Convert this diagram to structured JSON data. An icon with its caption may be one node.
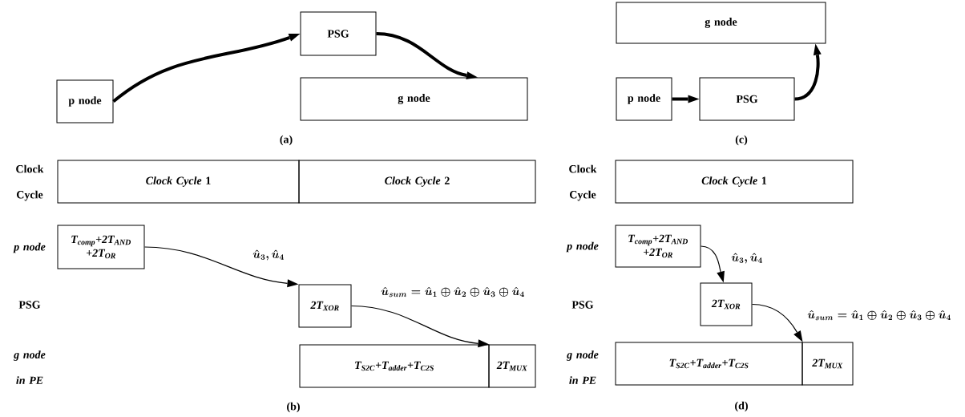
{
  "diagram": {
    "nodes": [
      {
        "text": [
          "p node"
        ]
      },
      {
        "text": [
          "PSG"
        ]
      },
      {
        "text": [
          "g node"
        ]
      },
      {
        "text": [
          "g node"
        ]
      },
      {
        "text": [
          "p node"
        ]
      },
      {
        "text": [
          "PSG"
        ]
      },
      {
        "text": [
          "*Clock Cycle* 1"
        ]
      },
      {
        "text": [
          "*Clock Cycle* 2"
        ]
      },
      {
        "text": [
          "T$_{comp}$+2T$_{AND}$ +2T$_{OR}$"
        ]
      },
      {
        "text": [
          "2T$_{XOR}$"
        ]
      },
      {
        "text": [
          "T$_{S2C}$+T$_{adder}$+T$_{C2S}$"
        ]
      },
      {
        "text": [
          "2T$_{MUX}$"
        ]
      },
      {
        "text": [
          "*Clock Cycle* 1"
        ]
      },
      {
        "text": [
          "T$_{comp}$+2T$_{AND}$ +2T$_{OR}$"
        ]
      },
      {
        "text": [
          "2T$_{XOR}$"
        ]
      },
      {
        "text": [
          "T$_{S2C}$+T$_{adder}$+T$_{C2S}$"
        ]
      },
      {
        "text": [
          "2T$_{MUX}$"
        ]
      }
    ],
    "edges": [
      {
        "from": 0,
        "to": 1,
        "arrow": "to",
        "style": "thick"
      },
      {
        "from": 1,
        "to": 2,
        "arrow": "to",
        "style": "thick"
      },
      {
        "from": 4,
        "to": 5,
        "arrow": "to",
        "style": "thick"
      },
      {
        "from": 5,
        "to": 3,
        "arrow": "to",
        "style": "thick"
      },
      {
        "from": 8,
        "to": 9,
        "arrow": "to",
        "label": "\\hat{u}_3 , \\hat{u}_4"
      },
      {
        "from": 9,
        "to": 10,
        "arrow": "to",
        "label": "\\hat{u}_{sum} = \\hat{u}_1 \\oplus \\hat{u}_2 \\oplus \\hat{u}_3 \\oplus \\hat{u}_4"
      },
      {
        "from": 13,
        "to": 14,
        "arrow": "to",
        "label": "\\hat{u}_3 , \\hat{u}_4"
      },
      {
        "from": 14,
        "to": 15,
        "arrow": "to",
        "label": "\\hat{u}_{sum} = \\hat{u}_1 \\oplus \\hat{u}_2 \\oplus \\hat{u}_3 \\oplus \\hat{u}_4"
      }
    ],
    "labels": [
      "(a)",
      "(c)",
      "Clock Cycle",
      "p node",
      "PSG",
      "g node in PE",
      "(b)",
      "Clock Cycle",
      "p node",
      "PSG",
      "g node in PE",
      "(d)"
    ]
  }
}
